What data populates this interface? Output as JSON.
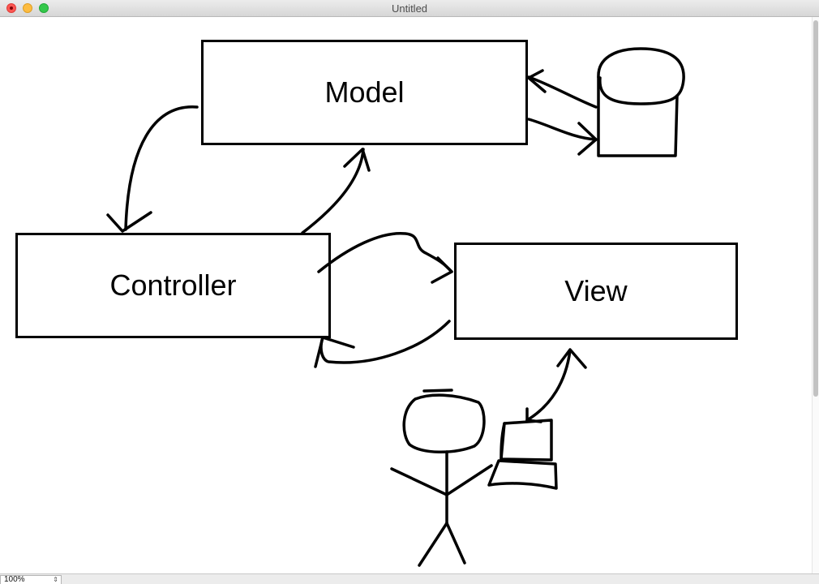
{
  "window": {
    "title": "Untitled"
  },
  "diagram": {
    "boxes": {
      "model": "Model",
      "controller": "Controller",
      "view": "View"
    }
  },
  "statusbar": {
    "zoom_value": "100%"
  },
  "colors": {
    "ink": "#000000",
    "close": "#fc5753",
    "minimize": "#fdbc40",
    "zoom": "#34c84a"
  },
  "icons": [
    "close-icon",
    "minimize-icon",
    "zoom-icon",
    "database-icon",
    "stick-figure-icon",
    "computer-icon",
    "stepper-icon"
  ]
}
